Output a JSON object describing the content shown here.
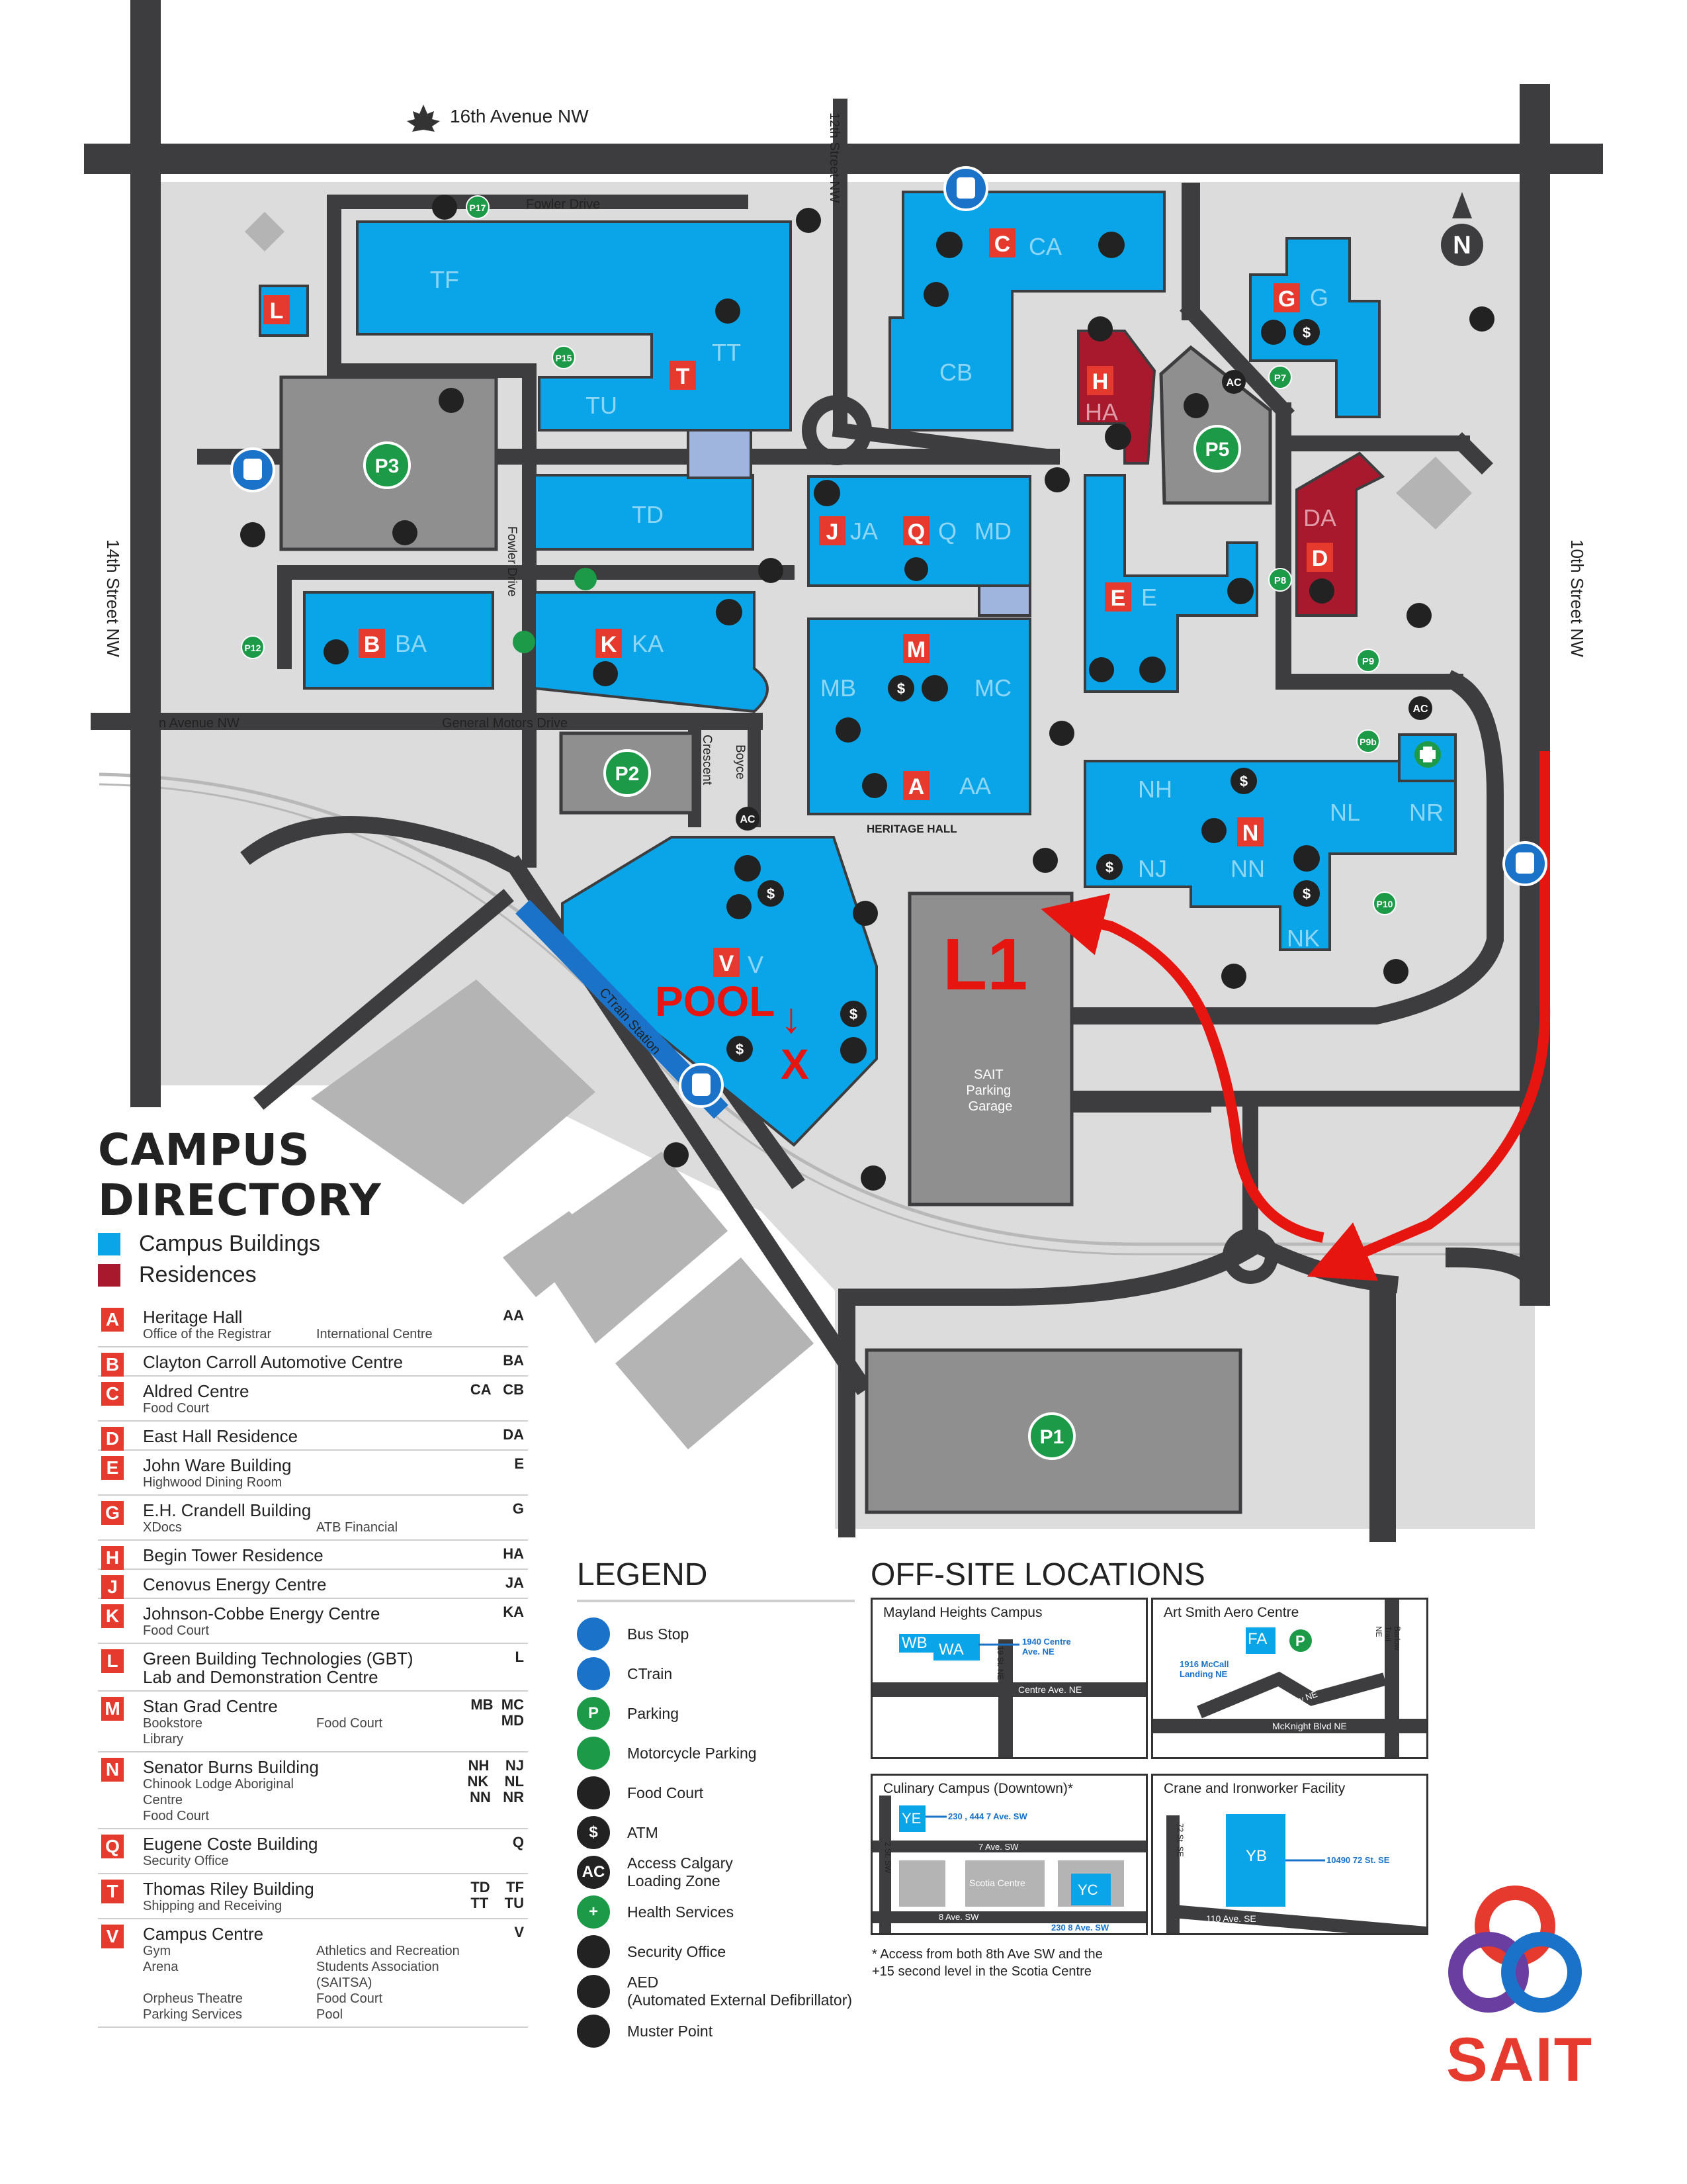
{
  "roads": {
    "avenue_16": "16th Avenue NW",
    "street_12": "12th Street NW",
    "street_14": "14th Street NW",
    "street_10": "10th Street NW",
    "fowler_top": "Fowler Drive",
    "fowler_side": "Fowler Drive",
    "avenue_partial": "n Avenue NW",
    "gm_drive": "General Motors Drive",
    "crescent": "Crescent",
    "boyce": "Boyce",
    "ctrain_station": "CTrain Station",
    "heritage_hall": "HERITAGE HALL",
    "garage": "SAIT\nParking\nGarage"
  },
  "map_labels": {
    "TF": "TF",
    "TT": "TT",
    "TU": "TU",
    "TD": "TD",
    "CA": "CA",
    "CB": "CB",
    "G": "G",
    "HA": "HA",
    "BA": "BA",
    "KA": "KA",
    "JA": "JA",
    "Q": "Q",
    "MD": "MD",
    "MB": "MB",
    "MC": "MC",
    "AA": "AA",
    "E": "E",
    "DA": "DA",
    "NH": "NH",
    "NL": "NL",
    "NR": "NR",
    "NJ": "NJ",
    "NN": "NN",
    "NK": "NK",
    "V": "V"
  },
  "map_badges": {
    "L": "L",
    "T": "T",
    "C": "C",
    "G": "G",
    "H": "H",
    "D": "D",
    "B": "B",
    "K": "K",
    "J": "J",
    "Q": "Q",
    "M": "M",
    "A": "A",
    "E": "E",
    "N": "N",
    "V": "V"
  },
  "parking": {
    "P1": "P1",
    "P2": "P2",
    "P3": "P3",
    "P5": "P5",
    "P7": "P7",
    "P8": "P8",
    "P9": "P9",
    "P9b": "P9b",
    "P10": "P10",
    "P12": "P12",
    "P15": "P15",
    "P17": "P17"
  },
  "annotations": {
    "L1": "L1",
    "pool": "POOL",
    "pool_arrow": "↓",
    "pool_x": "X"
  },
  "compass": "N",
  "access_calgary": "AC",
  "directory": {
    "title": "CAMPUS\nDIRECTORY",
    "key_buildings": "Campus Buildings",
    "key_residences": "Residences",
    "entries": [
      {
        "letter": "A",
        "name": "Heritage Hall",
        "sub": [
          "Office of the Registrar",
          "International Centre"
        ],
        "codes": "AA"
      },
      {
        "letter": "B",
        "name": "Clayton Carroll Automotive Centre",
        "sub": [],
        "codes": "BA"
      },
      {
        "letter": "C",
        "name": "Aldred Centre",
        "sub": [
          "Food Court"
        ],
        "codes": "CA   CB"
      },
      {
        "letter": "D",
        "name": "East Hall Residence",
        "sub": [],
        "codes": "DA"
      },
      {
        "letter": "E",
        "name": "John Ware Building",
        "sub": [
          "Highwood Dining Room"
        ],
        "codes": "E"
      },
      {
        "letter": "G",
        "name": "E.H. Crandell Building",
        "sub": [
          "XDocs",
          "ATB Financial"
        ],
        "codes": "G"
      },
      {
        "letter": "H",
        "name": "Begin Tower Residence",
        "sub": [],
        "codes": "HA"
      },
      {
        "letter": "J",
        "name": "Cenovus Energy Centre",
        "sub": [],
        "codes": "JA"
      },
      {
        "letter": "K",
        "name": "Johnson-Cobbe Energy Centre",
        "sub": [
          "Food Court"
        ],
        "codes": "KA"
      },
      {
        "letter": "L",
        "name": "Green Building Technologies (GBT)\nLab and Demonstration Centre",
        "sub": [],
        "codes": "L"
      },
      {
        "letter": "M",
        "name": "Stan Grad Centre",
        "sub": [
          "Bookstore",
          "Food Court",
          "Library"
        ],
        "codes": "MB  MC\n        MD"
      },
      {
        "letter": "N",
        "name": "Senator Burns Building",
        "sub": [
          "Chinook Lodge Aboriginal Centre",
          "",
          "Food Court"
        ],
        "codes": "NH    NJ\nNK    NL\nNN   NR"
      },
      {
        "letter": "Q",
        "name": "Eugene Coste Building",
        "sub": [
          "Security Office"
        ],
        "codes": "Q"
      },
      {
        "letter": "T",
        "name": "Thomas Riley Building",
        "sub": [
          "Shipping and Receiving"
        ],
        "codes": "TD    TF\nTT    TU"
      },
      {
        "letter": "V",
        "name": "Campus Centre",
        "sub": [
          "Gym",
          "Athletics and Recreation",
          "Arena",
          "Students Association (SAITSA)",
          "Orpheus Theatre",
          "Food Court",
          "Parking Services",
          "Pool"
        ],
        "codes": "V"
      }
    ]
  },
  "legend": {
    "title": "LEGEND",
    "items": [
      {
        "label": "Bus Stop"
      },
      {
        "label": "CTrain"
      },
      {
        "label": "Parking",
        "glyph": "P"
      },
      {
        "label": "Motorcycle Parking"
      },
      {
        "label": "Food Court"
      },
      {
        "label": "ATM",
        "glyph": "$"
      },
      {
        "label": "Access Calgary\nLoading Zone",
        "glyph": "AC"
      },
      {
        "label": "Health Services",
        "glyph": "+"
      },
      {
        "label": "Security Office"
      },
      {
        "label": "AED\n(Automated External Defibrillator)"
      },
      {
        "label": "Muster Point"
      }
    ]
  },
  "offsite": {
    "title": "OFF-SITE LOCATIONS",
    "mayland": {
      "title": "Mayland Heights Campus",
      "wb": "WB",
      "wa": "WA",
      "address": "1940 Centre\nAve. NE",
      "street19": "19 St. NE",
      "centre_ave": "Centre Ave. NE"
    },
    "aero": {
      "title": "Art Smith Aero Centre",
      "fa": "FA",
      "p": "P",
      "address": "1916 McCall\nLanding NE",
      "mccall": "McCall Way NE",
      "barlow": "Barlow Trail NE",
      "mcknight": "McKnight Blvd NE"
    },
    "culinary": {
      "title": "Culinary Campus (Downtown)*",
      "ye": "YE",
      "ye_address": "230 , 444 7  Ave. SW",
      "ave7": "7  Ave. SW",
      "st2": "2 St. SW",
      "scotia": "Scotia Centre",
      "yc": "YC",
      "ave8": "8  Ave. SW",
      "yc_address": "230 8  Ave. SW"
    },
    "crane": {
      "title": "Crane and Ironworker Facility",
      "yb": "YB",
      "address": "10490 72 St. SE",
      "st72": "72 St. SE",
      "ave110": "110 Ave. SE"
    },
    "note": "* Access from both     8th Ave SW and the\n   +15 second level in the Scotia Centre"
  },
  "brand": "SAIT",
  "colors": {
    "building": "#0aa5e8",
    "residence": "#a8192e",
    "road": "#3d3d3f",
    "campus_ground": "#dcdcdc",
    "parking": "#8f8f8f",
    "badge_red": "#e63a2e",
    "parking_green": "#1c9a47",
    "annotation_red": "#e6150f"
  }
}
